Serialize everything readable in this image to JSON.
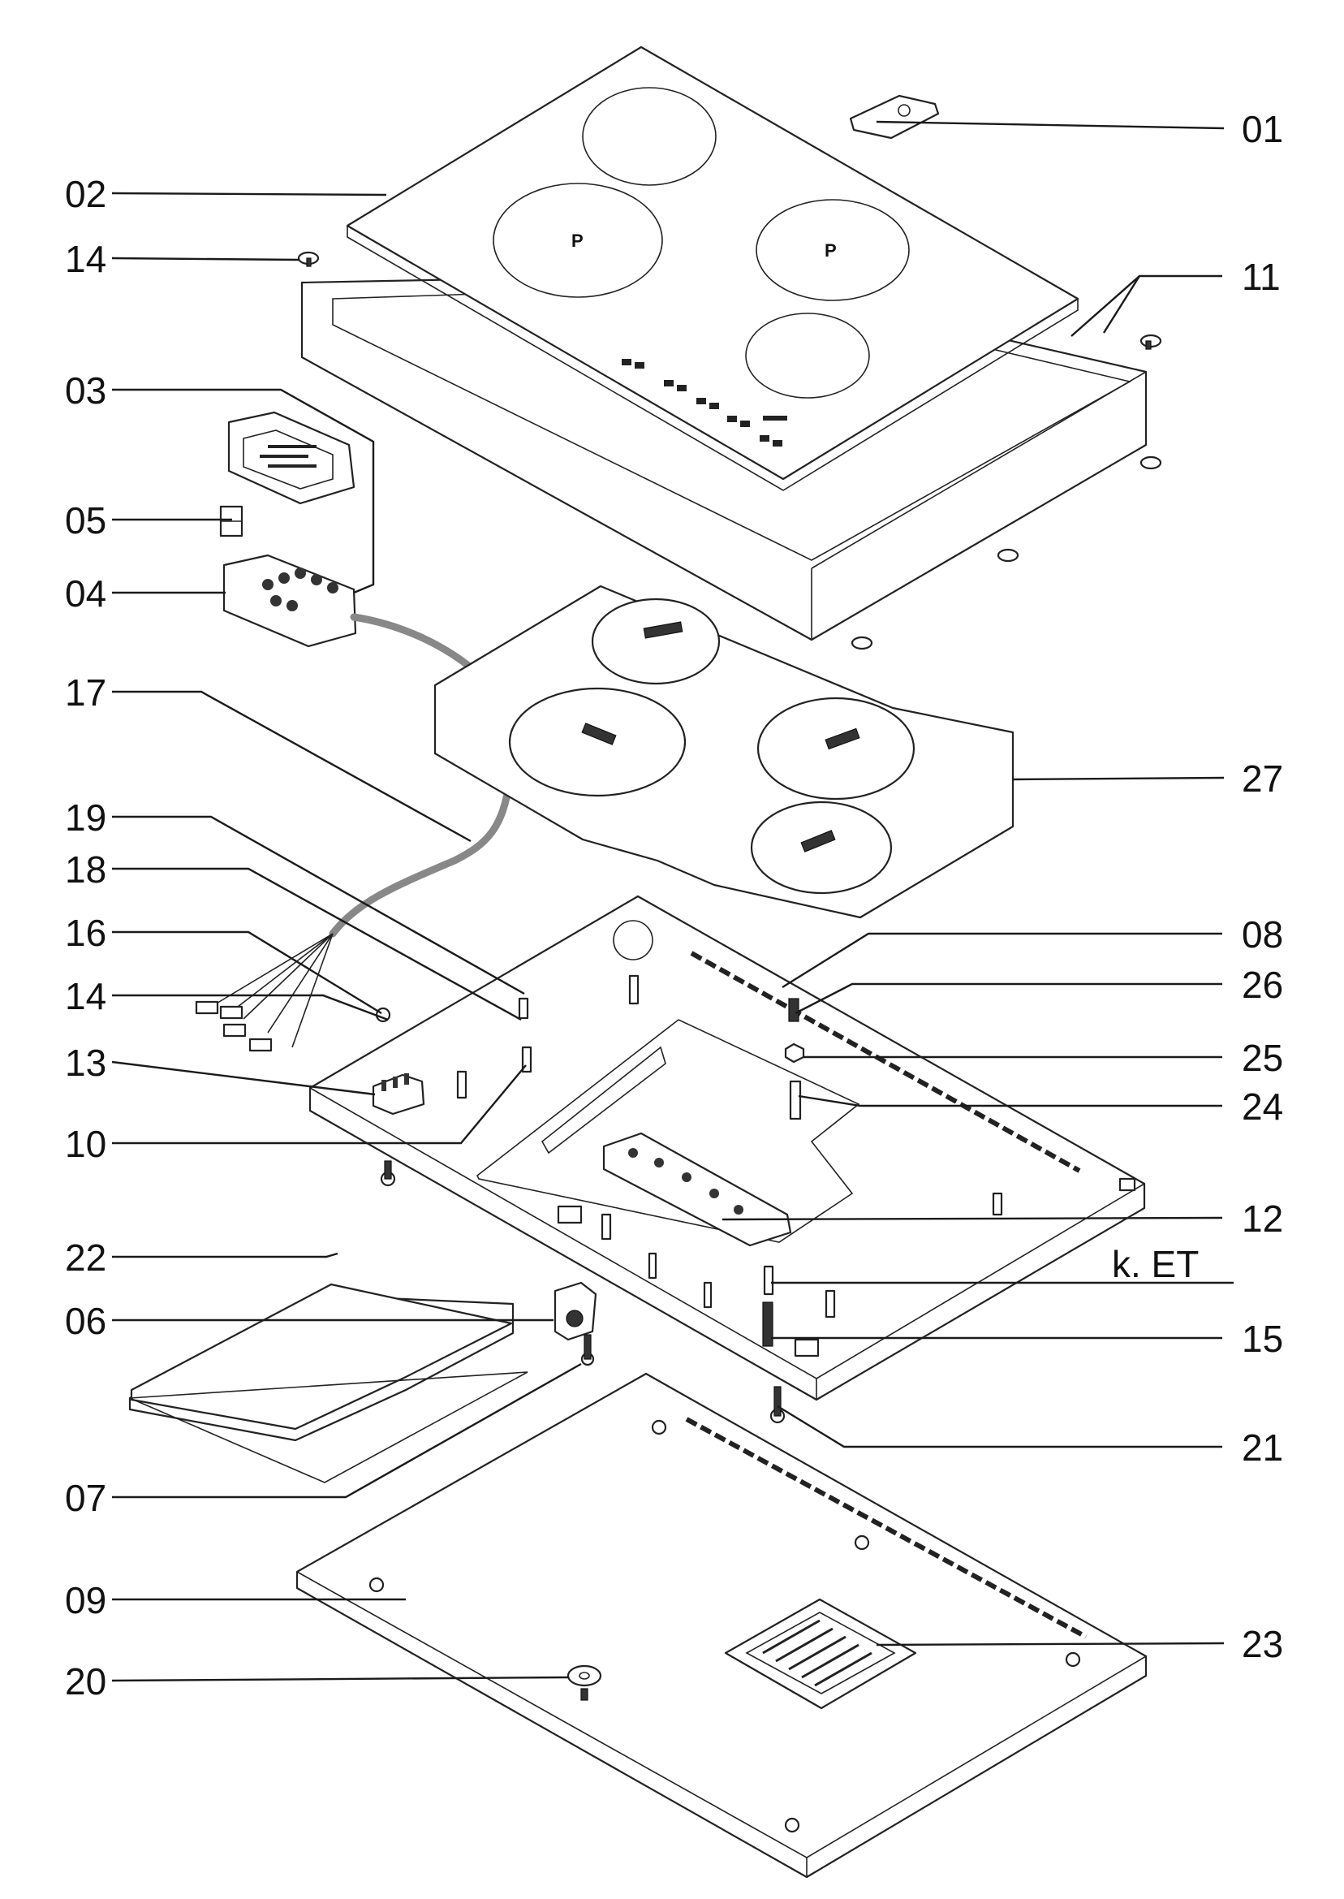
{
  "title": "",
  "labels": {
    "l01": "01",
    "l02": "02",
    "l03": "03",
    "l04": "04",
    "l05": "05",
    "l06": "06",
    "l07": "07",
    "l08": "08",
    "l09": "09",
    "l10": "10",
    "l11": "11",
    "l12": "12",
    "l13": "13",
    "l14a": "14",
    "l14b": "14",
    "l15": "15",
    "l16": "16",
    "l17": "17",
    "l18": "18",
    "l19": "19",
    "l20": "20",
    "l21": "21",
    "l22": "22",
    "l23": "23",
    "l24": "24",
    "l25": "25",
    "l26": "26",
    "l27": "27",
    "ket": "k. ET"
  },
  "glass_marks": {
    "p_left": "P",
    "p_right": "P"
  },
  "colors": {
    "line": "#1a1a1a",
    "cable": "#888888",
    "background": "#ffffff"
  }
}
